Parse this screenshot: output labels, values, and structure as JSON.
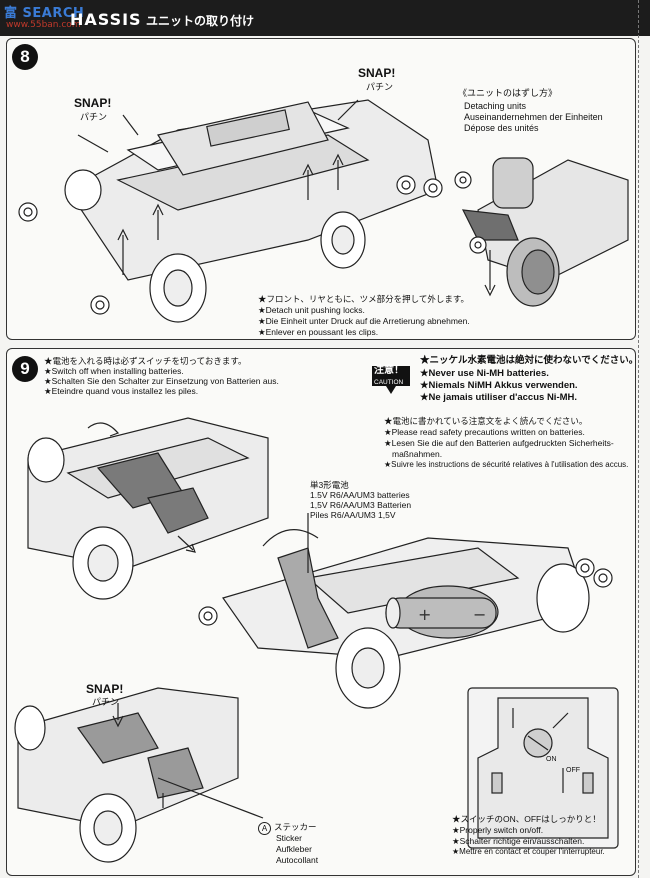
{
  "header": {
    "watermark": "富 SEARCH",
    "watermark_url": "www.55ban.com",
    "section": "HASSIS",
    "subtitle": "ユニットの取り付け"
  },
  "step8": {
    "number": "8",
    "snap_left": "SNAP!",
    "snap_left_jp": "パチン",
    "snap_right": "SNAP!",
    "snap_right_jp": "パチン",
    "detach_title_jp": "《ユニットのはずし方》",
    "detach_en": "Detaching units",
    "detach_de": "Auseinandernehmen der Einheiten",
    "detach_fr": "Dépose des unités",
    "note_jp": "★フロント、リヤともに、ツメ部分を押して外します。",
    "note_en": "★Detach unit pushing locks.",
    "note_de": "★Die Einheit unter Druck auf die Arretierung abnehmen.",
    "note_fr": "★Enlever en poussant les clips."
  },
  "step9": {
    "number": "9",
    "switch_jp": "★電池を入れる時は必ずスイッチを切っておきます。",
    "switch_en": "★Switch off when installing batteries.",
    "switch_de": "★Schalten Sie den Schalter zur Einsetzung von Batterien aus.",
    "switch_fr": "★Eteindre quand vous installez les piles.",
    "caution_jp": "注意！",
    "caution_en": "CAUTION",
    "nimh_jp": "★ニッケル水素電池は絶対に使わないでください。",
    "nimh_en": "★Never use Ni-MH batteries.",
    "nimh_de": "★Niemals NiMH Akkus verwenden.",
    "nimh_fr": "★Ne jamais utiliser d'accus Ni-MH.",
    "read_jp": "★電池に書かれている注意文をよく読んでください。",
    "read_en": "★Please read safety precautions written on batteries.",
    "read_de1": "★Lesen Sie die auf den Batterien aufgedruckten Sicherheits-",
    "read_de2": "maßnahmen.",
    "read_fr": "★Suivre les instructions de sécurité relatives à l'utilisation des accus.",
    "battery_jp": "単3形電池",
    "battery_en": "1.5V R6/AA/UM3 batteries",
    "battery_de": "1,5V R6/AA/UM3 Batterien",
    "battery_fr": "Piles R6/AA/UM3 1,5V",
    "snap": "SNAP!",
    "snap_jp": "パチン",
    "sticker_marker": "A",
    "sticker_jp": "ステッカー",
    "sticker_en": "Sticker",
    "sticker_de": "Aufkleber",
    "sticker_fr": "Autocollant",
    "on_label": "ON",
    "off_label": "OFF",
    "sw_jp": "★スイッチのON、OFFはしっかりと！",
    "sw_en": "★Properly switch on/off.",
    "sw_de": "★Schalter richtige ein/ausschalten.",
    "sw_fr": "★Mettre en contact et couper l'interrupteur."
  }
}
